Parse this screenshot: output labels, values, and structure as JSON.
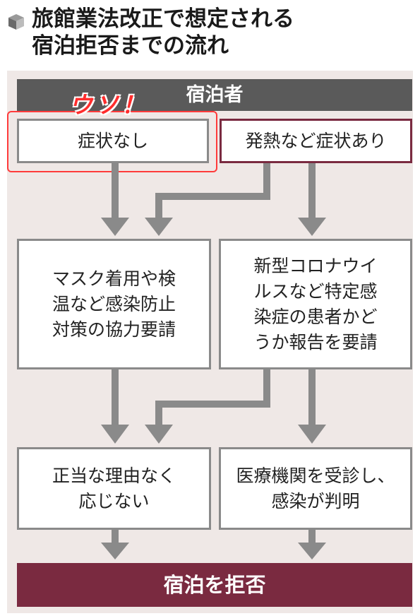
{
  "title": {
    "line1": "旅館業法改正で想定される",
    "line2": "宿泊拒否までの流れ"
  },
  "header": {
    "label": "宿泊者"
  },
  "annotation": {
    "text": "ウソ！"
  },
  "row1": {
    "left": "症状なし",
    "right": "発熱など症状あり"
  },
  "row2": {
    "left": [
      "マスク着用や検",
      "温など感染防止",
      "対策の協力要請"
    ],
    "right": [
      "新型コロナウイ",
      "ルスなど特定感",
      "染症の患者かど",
      "うか報告を要請"
    ]
  },
  "row3": {
    "left": [
      "正当な理由なく",
      "応じない"
    ],
    "right": [
      "医療機関を受診し、",
      "感染が判明"
    ]
  },
  "result": {
    "label": "宿泊を拒否"
  },
  "colors": {
    "maroon": "#7a2a40",
    "gray": "#8a8a8a",
    "panel": "#efe8e6",
    "header": "#5a5a5a",
    "annotation": "#ff2d2d"
  }
}
